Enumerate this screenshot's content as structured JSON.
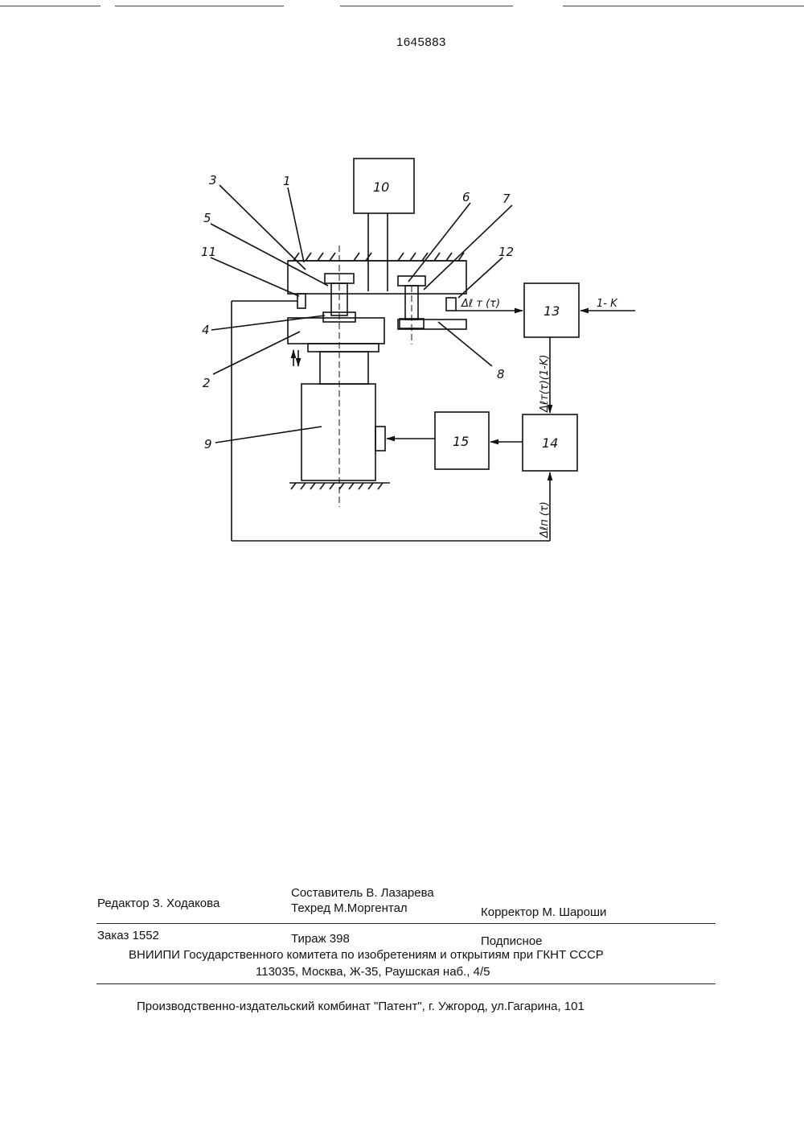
{
  "page_number": "1645883",
  "labels": {
    "n1": "1",
    "n2": "2",
    "n3": "3",
    "n4": "4",
    "n5": "5",
    "n6": "6",
    "n7": "7",
    "n8": "8",
    "n9": "9",
    "n10": "10",
    "n11": "11",
    "n12": "12",
    "n13": "13",
    "n14": "14",
    "n15": "15"
  },
  "signals": {
    "input_k": "1- K",
    "dl_t": "Δℓ т (τ)",
    "dl_t_1k": "Δℓт(τ)(1-K)",
    "dl_n": "Δℓп (τ)"
  },
  "imprint": {
    "editor": "Редактор  З. Ходакова",
    "compiler": "Составитель  В. Лазарева",
    "techred": "Техред М.Моргентал",
    "corrector": "Корректор  М. Шароши",
    "order": "Заказ  1552",
    "circulation": "Тираж  398",
    "subscription": "Подписное",
    "vniipi": "ВНИИПИ Государственного комитета по изобретениям и открытиям при ГКНТ СССР",
    "address": "113035, Москва, Ж-35, Раушская наб., 4/5",
    "publisher": "Производственно-издательский комбинат \"Патент\", г. Ужгород, ул.Гагарина, 101"
  }
}
